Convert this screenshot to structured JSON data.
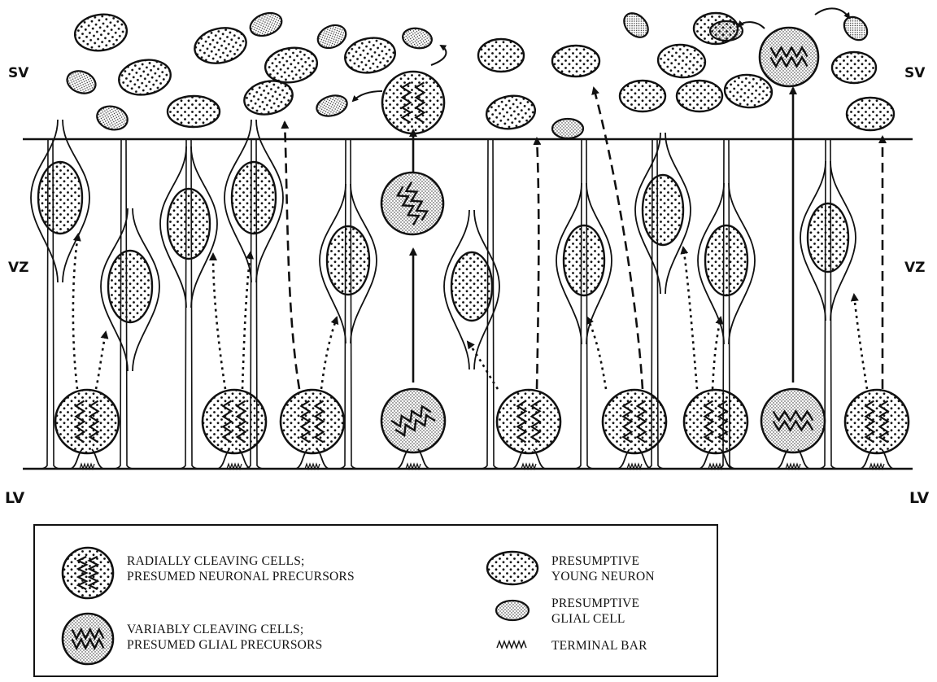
{
  "zone_labels": {
    "sv_left": "SV",
    "sv_right": "SV",
    "vz_left": "VZ",
    "vz_right": "VZ",
    "lv_left": "LV",
    "lv_right": "LV"
  },
  "legend": {
    "radial_line1": "RADIALLY CLEAVING CELLS;",
    "radial_line2": "PRESUMED NEURONAL PRECURSORS",
    "variable_line1": "VARIABLY CLEAVING CELLS;",
    "variable_line2": "PRESUMED GLIAL PRECURSORS",
    "neuron_line1": "PRESUMPTIVE",
    "neuron_line2": "YOUNG NEURON",
    "glial_line1": "PRESUMPTIVE",
    "glial_line2": "GLIAL CELL",
    "terminal_bar": "TERMINAL BAR"
  },
  "colors": {
    "ink": "#111111",
    "background": "#ffffff"
  }
}
